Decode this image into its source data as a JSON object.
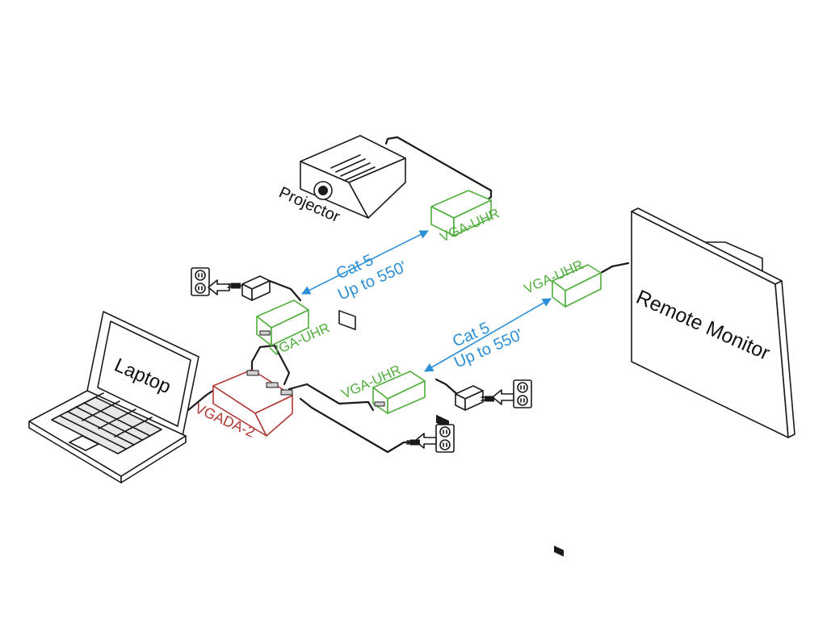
{
  "colors": {
    "device_outline": "#1a1a1a",
    "extender": "#4fae3c",
    "splitter": "#b23a36",
    "cat5_link": "#2c8fd6"
  },
  "labels": {
    "projector": "Projector",
    "laptop": "Laptop",
    "remote_monitor": "Remote Monitor",
    "splitter": "VGADA-2",
    "extender_projector": "VGA-UHR",
    "extender_local_top": "VGA-UHR",
    "extender_local_bottom": "VGA-UHR",
    "extender_monitor": "VGA-UHR"
  },
  "links": {
    "top": {
      "cable": "Cat 5",
      "distance": "Up to 550'"
    },
    "bottom": {
      "cable": "Cat 5",
      "distance": "Up to 550'"
    }
  },
  "icons": [
    "power-outlet-icon",
    "power-adapter-icon",
    "arrow-icon"
  ]
}
